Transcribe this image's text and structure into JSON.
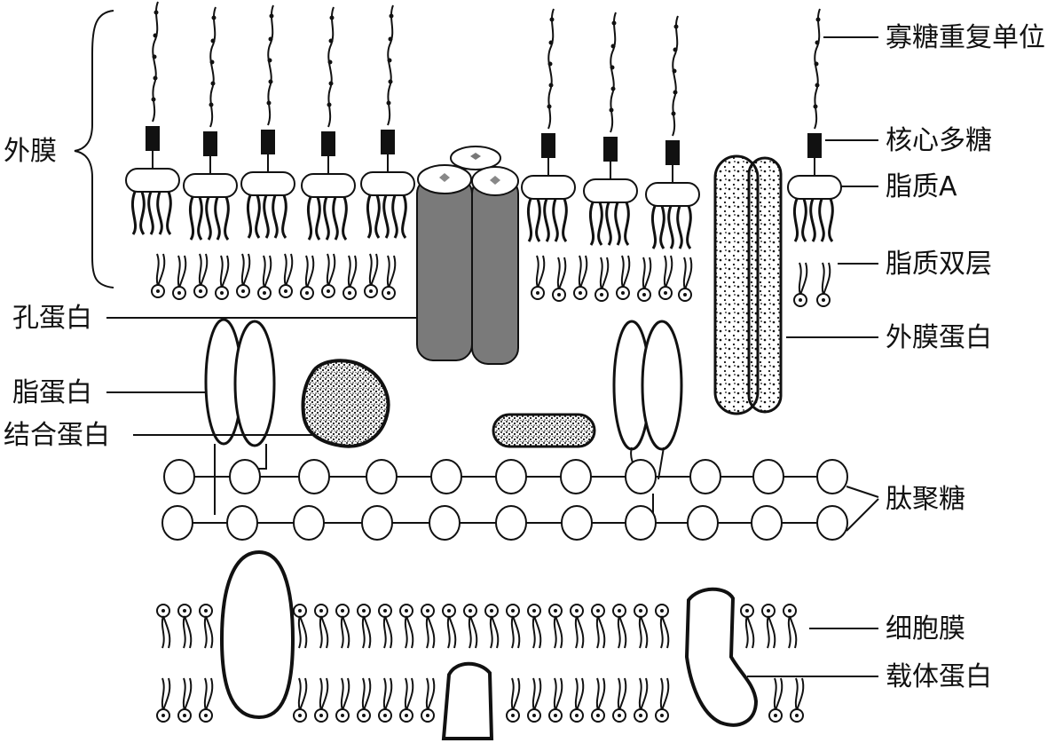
{
  "labels": {
    "oligo_repeat": "寡糖重复单位",
    "core_poly": "核心多糖",
    "lipid_a": "脂质A",
    "lipid_bilayer": "脂质双层",
    "outer_membrane_protein": "外膜蛋白",
    "peptidoglycan": "肽聚糖",
    "cell_membrane": "细胞膜",
    "carrier_protein": "载体蛋白",
    "outer_membrane": "外膜",
    "porin": "孔蛋白",
    "lipoprotein": "脂蛋白",
    "binding_protein": "结合蛋白"
  },
  "colors": {
    "ink": "#111111",
    "porin_fill": "#7a7a7a",
    "paper": "#ffffff"
  }
}
